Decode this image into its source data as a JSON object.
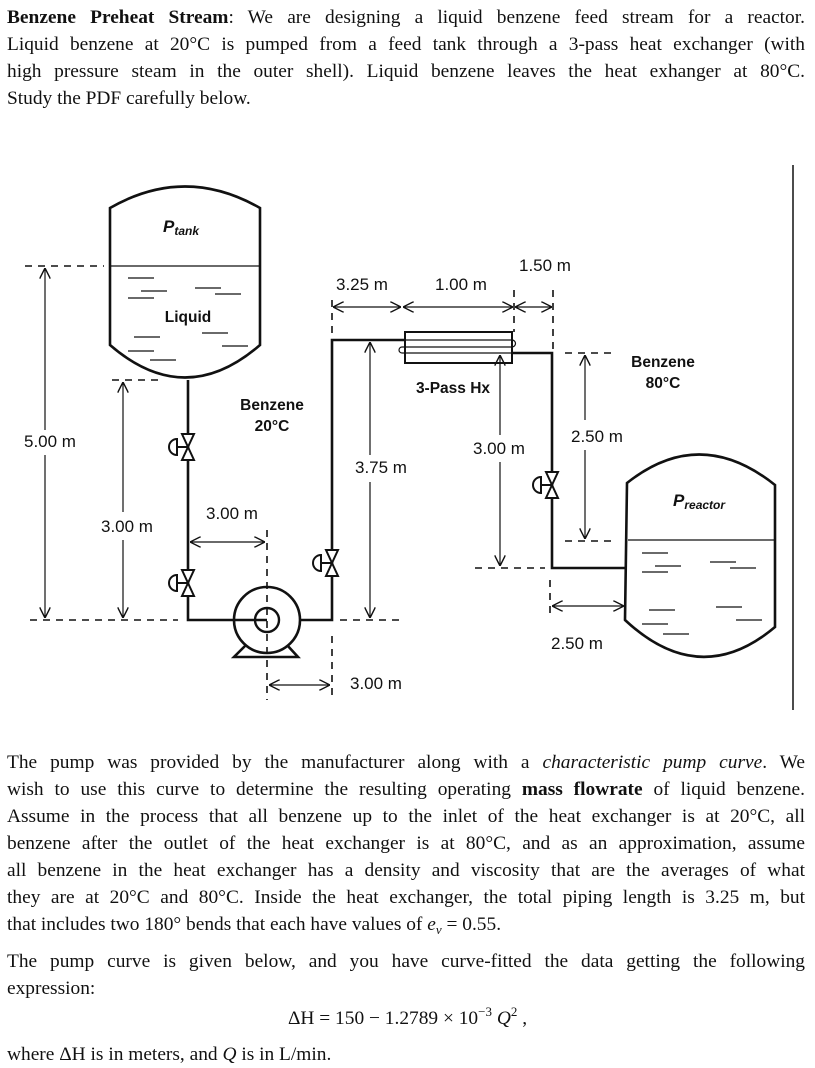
{
  "intro": {
    "lines": [
      [
        {
          "t": "Benzene Preheat Stream",
          "s": "b"
        },
        {
          "t": ": We are designing a liquid benzene feed stream for a reactor."
        }
      ],
      [
        {
          "t": "Liquid benzene at 20°C is pumped from a feed tank through a 3-pass heat exchanger (with"
        }
      ],
      [
        {
          "t": "high pressure steam in the outer shell). Liquid benzene leaves the heat exhanger at 80°C."
        }
      ],
      [
        {
          "t": "Study the PDF carefully below."
        }
      ]
    ]
  },
  "diagram": {
    "tank_label": "P",
    "tank_sub": "tank",
    "liquid_label": "Liquid",
    "inlet_stream": "Benzene",
    "inlet_temp": "20°C",
    "outlet_stream": "Benzene",
    "outlet_temp": "80°C",
    "hx_label": "3-Pass Hx",
    "reactor_label": "P",
    "reactor_sub": "reactor",
    "dims": {
      "tank_level_height": "5.00 m",
      "tank_bottom_height": "3.00 m",
      "valve_to_pump": "3.00 m",
      "pump_to_riser": "3.00 m",
      "riser_height": "3.75 m",
      "riser_to_hx": "3.25 m",
      "hx_length": "1.00 m",
      "hx_to_drop": "1.50 m",
      "drop_height": "3.00 m",
      "reactor_level_drop": "2.50 m",
      "drop_to_reactor": "2.50 m"
    }
  },
  "body": {
    "lines": [
      [
        {
          "t": "The pump was provided by the manufacturer along with a "
        },
        {
          "t": "characteristic pump curve",
          "s": "i"
        },
        {
          "t": ". We"
        }
      ],
      [
        {
          "t": "wish to use this curve to determine the resulting operating "
        },
        {
          "t": "mass flowrate",
          "s": "b"
        },
        {
          "t": " of liquid benzene."
        }
      ],
      [
        {
          "t": "Assume in the process that all benzene up to the inlet of the heat exchanger is at 20°C, all"
        }
      ],
      [
        {
          "t": "benzene after the outlet of the heat exchanger is at 80°C, and as an approximation, assume"
        }
      ],
      [
        {
          "t": "all benzene in the heat exchanger has a density and viscosity that are the averages of what"
        }
      ],
      [
        {
          "t": "they are at 20°C and 80°C. Inside the heat exchanger, the total piping length is 3.25 m, but"
        }
      ],
      [
        {
          "t": "that includes two 180° bends that each have values of "
        },
        {
          "t": "e",
          "s": "i"
        },
        {
          "t": "v",
          "s": "sub"
        },
        {
          "t": " = 0.55."
        }
      ]
    ]
  },
  "curve": {
    "lines": [
      [
        {
          "t": "The pump curve is given below, and you have curve-fitted the data getting the following"
        }
      ],
      [
        {
          "t": "expression:"
        }
      ]
    ]
  },
  "equation": [
    {
      "t": "ΔH = 150 − 1.2789 × 10"
    },
    {
      "t": "−3",
      "s": "sup"
    },
    {
      "t": " "
    },
    {
      "t": "Q",
      "s": "i"
    },
    {
      "t": "2",
      "s": "sup"
    },
    {
      "t": " ,"
    }
  ],
  "where": {
    "lines": [
      [
        {
          "t": "where ΔH is in meters, and "
        },
        {
          "t": "Q",
          "s": "i"
        },
        {
          "t": " is in L/min."
        }
      ]
    ]
  }
}
